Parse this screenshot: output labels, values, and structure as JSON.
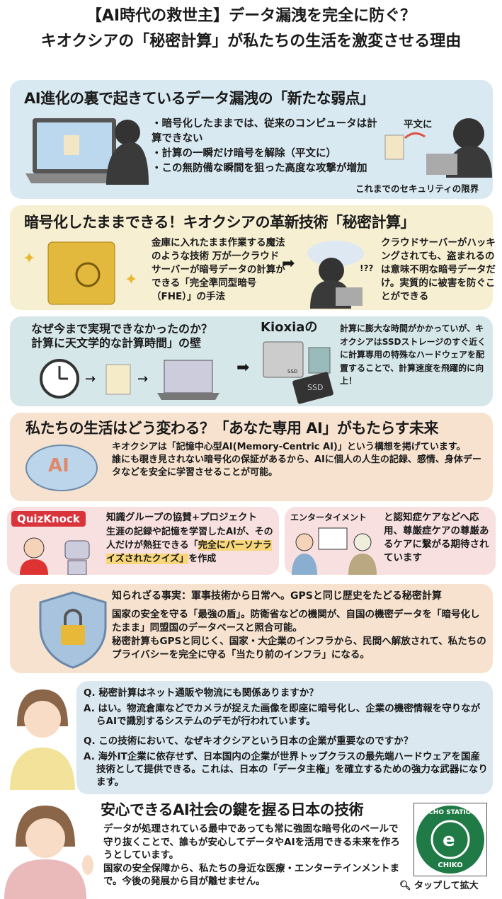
{
  "title": {
    "line1": "【AI時代の救世主】データ漏洩を完全に防ぐ？",
    "line2": "キオクシアの「秘密計算」が私たちの生活を激変させる理由"
  },
  "s1": {
    "heading": "AI進化の裏で起きているデータ漏洩の「新たな弱点」",
    "bullets": [
      "暗号化したままでは、従来のコンピュータは計算できない",
      "計算の一瞬だけ暗号を解除（平文に）",
      "この無防備な瞬間を狙った高度な攻撃が増加"
    ],
    "label_plain": "平文に",
    "caption": "これまでのセキュリティの限界"
  },
  "s2": {
    "heading": "暗号化したままできる！キオクシアの革新技術「秘密計算」",
    "left_text": "金庫に入れたまま作業する魔法のような技術 万が一クラウドサーバーが暗号データの計算ができる「完全準同型暗号（FHE）」の手法",
    "confused": "!??",
    "right_text": "クラウドサーバーがハッキングされても、盗まれるのは意味不明な暗号データだけ。実質的に被害を防ぐことができる"
  },
  "s3": {
    "heading1": "なぜ今まで実現できなかったのか？",
    "heading2": "計算に天文学的な計算時間」の壁",
    "kioxia": "Kioxiaの",
    "ssd1": "SSD",
    "ssd2": "SSD",
    "text": "計算に膨大な時間がかかっていが、キオクシアはSSDストレージのすぐ近くに計算専用の特殊なハードウェアを配置することで、計算速度を飛躍的に向上！"
  },
  "s4": {
    "heading": "私たちの生活はどう変わる？「あなた専用 AI」がもたらす未来",
    "brain_label": "AI",
    "p1": "キオクシアは「記憶中心型AI(Memory-Centric AI)」という構想を掲げています。",
    "p2": "誰にも覗き見されない暗号化の保証があるから、AIに個人の人生の記録、感情、身体データなどを安全に学習させることが可能。"
  },
  "s5": {
    "badge": "QuizKnock",
    "left_heading": "知識グループの協賛+プロジェクト",
    "left_text": "生涯の記録や記憶を学習したAIが、その人だけが熱狂できる「",
    "left_highlight": "完全にパーソナライズされたクイズ」",
    "left_tail": "を作成",
    "right_label": "エンタータイメント",
    "right_text": "と認知症ケアなどへ応用、尊厳症ケアの尊厳あるケアに繋がる期待されています"
  },
  "s6": {
    "heading": "知られざる事実：軍事技術から日常へ。GPSと同じ歴史をたどる秘密計算",
    "p1": "国家の安全を守る「最強の盾」。防衛省などの機関が、自国の機密データを「暗号化したまま」同盟国のデータベースと照合可能。",
    "p2": "秘密計算もGPSと同じく、国家・大企業のインフラから、民間へ解放されて、私たちのプライバシーを完全に守る「当たり前のインフラ」になる。"
  },
  "faq": [
    {
      "q_mark": "Q.",
      "q": "秘密計算はネット通販や物流にも関係ありますか？",
      "a_mark": "A.",
      "a": "はい。物流倉庫などでカメラが捉えた画像を即座に暗号化し、企業の機密情報を守りながらAIで識別するシステムのデモが行われています。"
    },
    {
      "q_mark": "Q.",
      "q": "この技術において、なぜキオクシアという日本の企業が重要なのですか？",
      "a_mark": "A.",
      "a": "海外IT企業に依存せず、日本国内の企業が世界トップクラスの最先端ハードウェアを国産技術として提供できる。これは、日本の「データ主権」を確立するための強力な武器になります。"
    }
  ],
  "s8": {
    "heading": "安心できるAI社会の鍵を握る日本の技術",
    "p1": "データが処理されている最中であっても常に強固な暗号化のベールで守り抜くことで、誰もが安心してデータやAIを活用できる未来を作ろうとしています。",
    "p2": "国家の安全保障から、私たちの身近な医療・エンターテインメントまで。今後の発展から目が離せません。",
    "logo_top": "ECHO STATION",
    "logo_bottom": "CHIKO",
    "zoom_hint": "タップして拡大"
  },
  "colors": {
    "s1": "#d9e9f2",
    "s2": "#f7efd2",
    "s3": "#d6e7ea",
    "s4": "#f6e2cf",
    "s5": "#f8e0e0",
    "faq": "#dbe8ef",
    "logo": "#1f7a45",
    "quizknock": "#d9343c"
  }
}
